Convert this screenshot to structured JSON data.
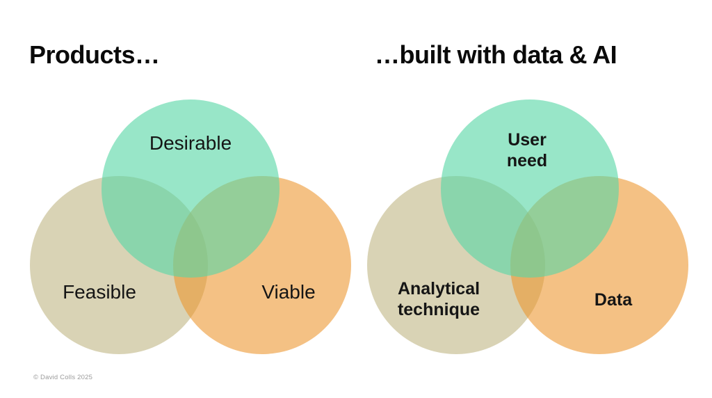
{
  "header": {
    "left_title": "Products…",
    "right_title": "…built with data & AI"
  },
  "footer": {
    "copyright": "© David Colls 2025"
  },
  "colors": {
    "background": "#ffffff",
    "title_text": "#0a0a0a",
    "label_text": "#151515",
    "copyright_text": "#9b9b9b",
    "beige_fill": "#d9d3b5",
    "orange_fill": "rgba(236, 148, 43, 0.58)",
    "green_fill": "rgba(89, 215, 166, 0.62)",
    "mint_rendered": "#98e6c8",
    "orange_rendered": "#f4c184"
  },
  "left_venn": {
    "title_ref": "Products…",
    "circles": [
      {
        "name": "feasible",
        "label": "Feasible",
        "position": "bottom-left",
        "fill": "#d9d3b5"
      },
      {
        "name": "viable",
        "label": "Viable",
        "position": "bottom-right",
        "fill": "rgba(236, 148, 43, 0.58)"
      },
      {
        "name": "desirable",
        "label": "Desirable",
        "position": "top",
        "fill": "rgba(89, 215, 166, 0.62)"
      }
    ]
  },
  "right_venn": {
    "title_ref": "…built with data & AI",
    "circles": [
      {
        "name": "analytical-technique",
        "label": "Analytical technique",
        "lines": [
          "Analytical",
          "technique"
        ],
        "position": "bottom-left",
        "fill": "#d9d3b5"
      },
      {
        "name": "data",
        "label": "Data",
        "lines": [
          "Data"
        ],
        "position": "bottom-right",
        "fill": "rgba(236, 148, 43, 0.58)"
      },
      {
        "name": "user-need",
        "label": "User need",
        "lines": [
          "User",
          "need"
        ],
        "position": "top",
        "fill": "rgba(89, 215, 166, 0.62)"
      }
    ]
  }
}
